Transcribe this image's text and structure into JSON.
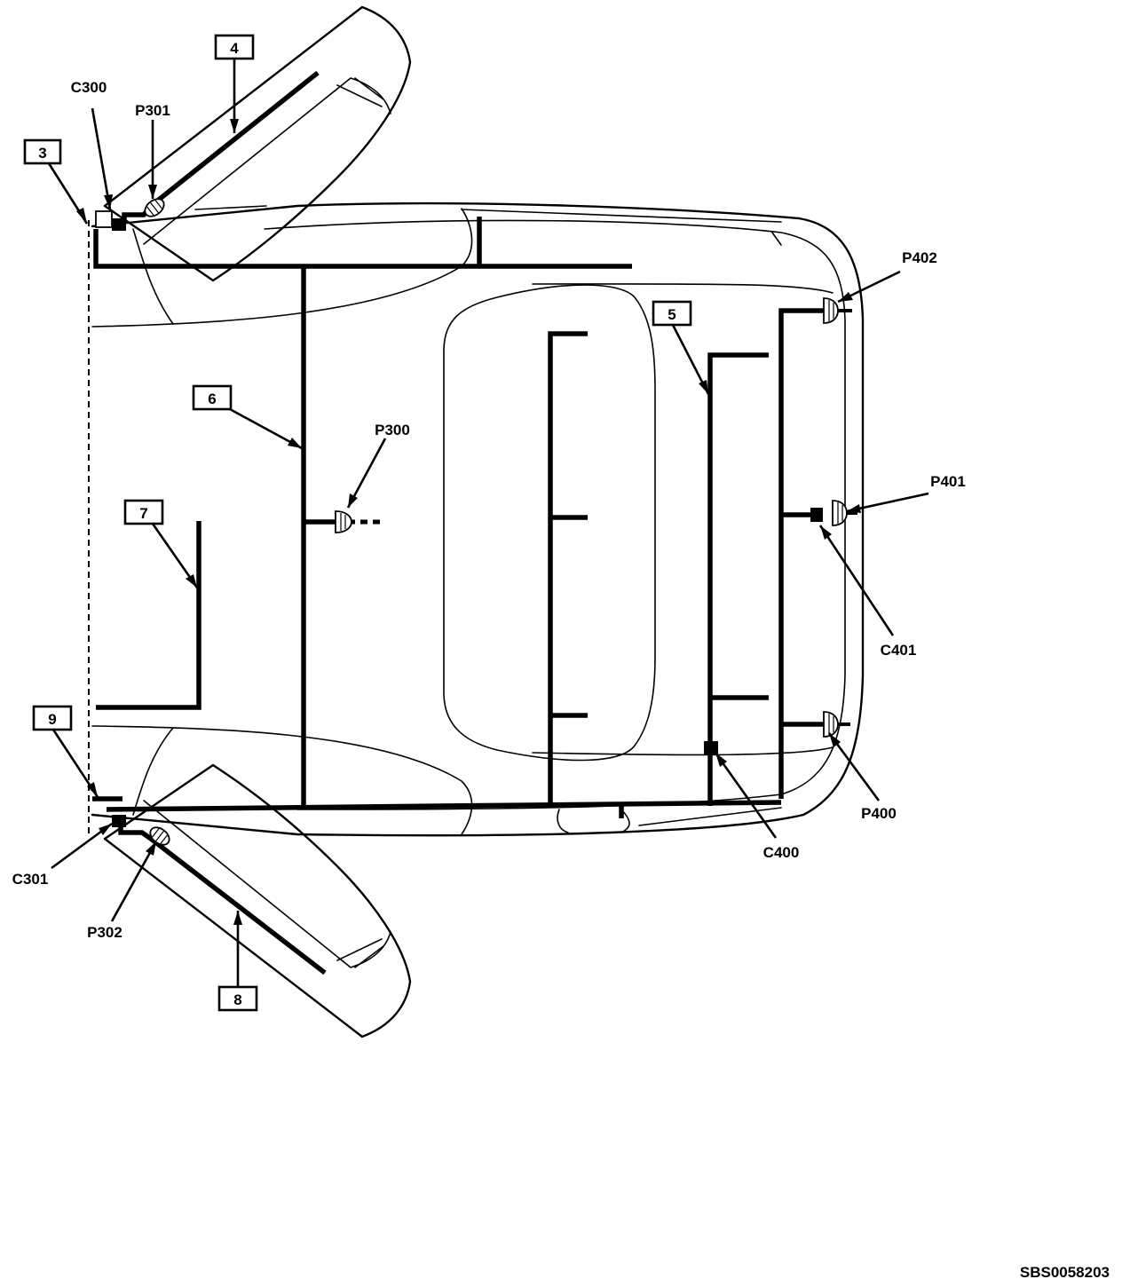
{
  "callouts": {
    "c3": "3",
    "c4": "4",
    "c5": "5",
    "c6": "6",
    "c7": "7",
    "c8": "8",
    "c9": "9"
  },
  "connectors": {
    "c300": "C300",
    "c301": "C301",
    "c400": "C400",
    "c401": "C401"
  },
  "lamps": {
    "p300": "P300",
    "p301": "P301",
    "p302": "P302",
    "p400": "P400",
    "p401": "P401",
    "p402": "P402"
  },
  "figure_id": "SBS0058203"
}
